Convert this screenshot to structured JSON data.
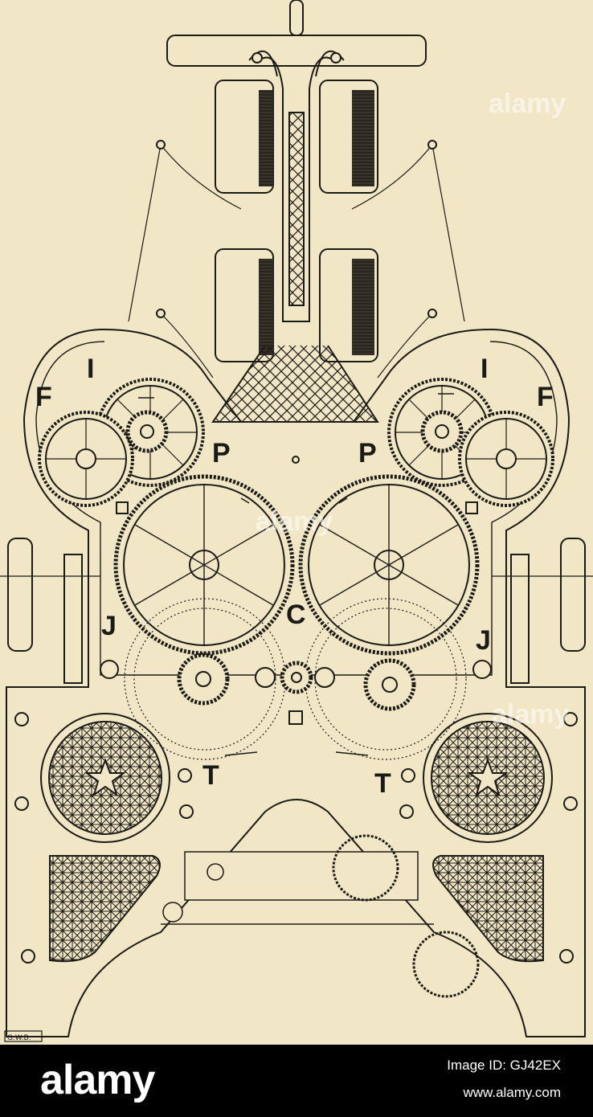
{
  "figure": {
    "labels": {
      "I_left": "I",
      "I_right": "I",
      "F_left": "F",
      "F_right": "F",
      "P_left": "P",
      "P_right": "P",
      "J_left": "J",
      "J_right": "J",
      "C": "C",
      "T_left": "T",
      "T_right": "T"
    },
    "signature": "G.W.B.",
    "watermark": "alamy"
  },
  "footer": {
    "brand": "alamy",
    "image_id": "Image ID: GJ42EX",
    "site": "www.alamy.com"
  },
  "colors": {
    "paper": "#f1e6c6",
    "ink": "#1c1a16",
    "footer": "#000000"
  }
}
